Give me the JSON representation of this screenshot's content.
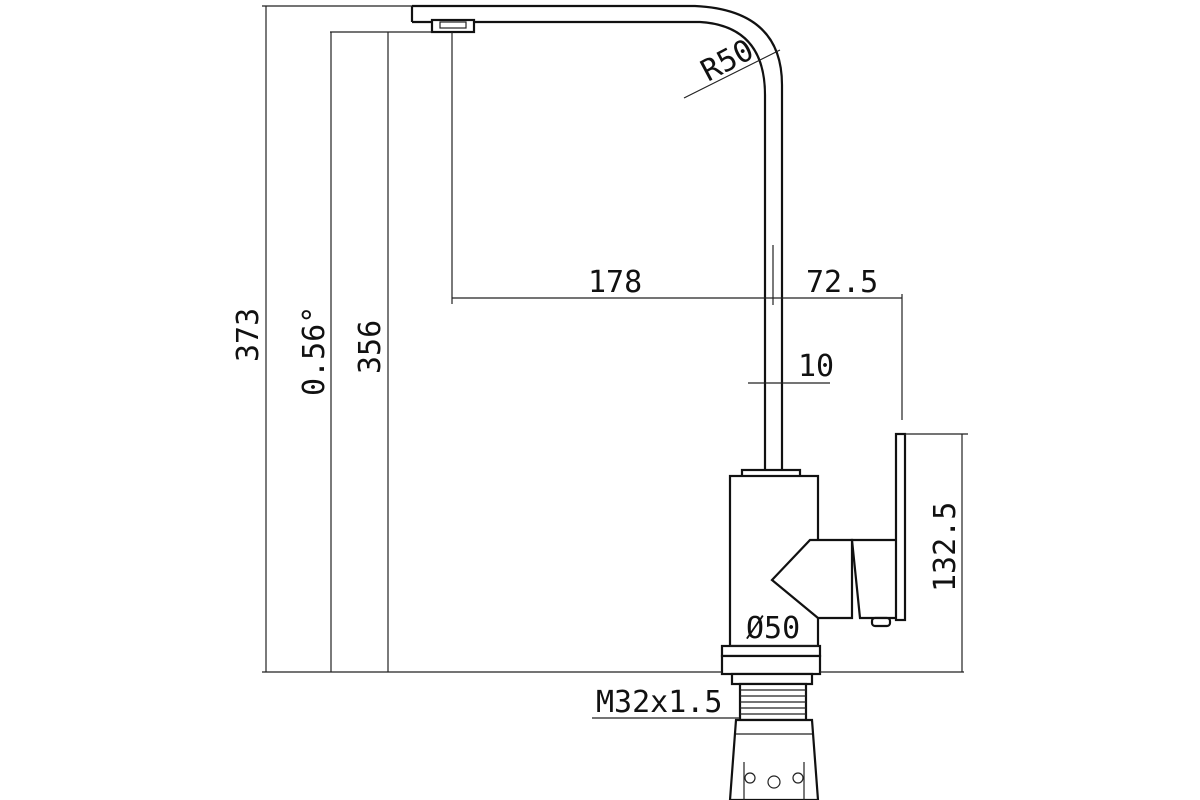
{
  "dimensions": {
    "total_height": "373",
    "angle": "0.56°",
    "spout_height": "356",
    "spout_reach": "178",
    "handle_offset": "72.5",
    "tube_width": "10",
    "bend_radius": "R50",
    "body_height": "132.5",
    "body_diameter": "Ø50",
    "thread": "M32x1.5"
  }
}
